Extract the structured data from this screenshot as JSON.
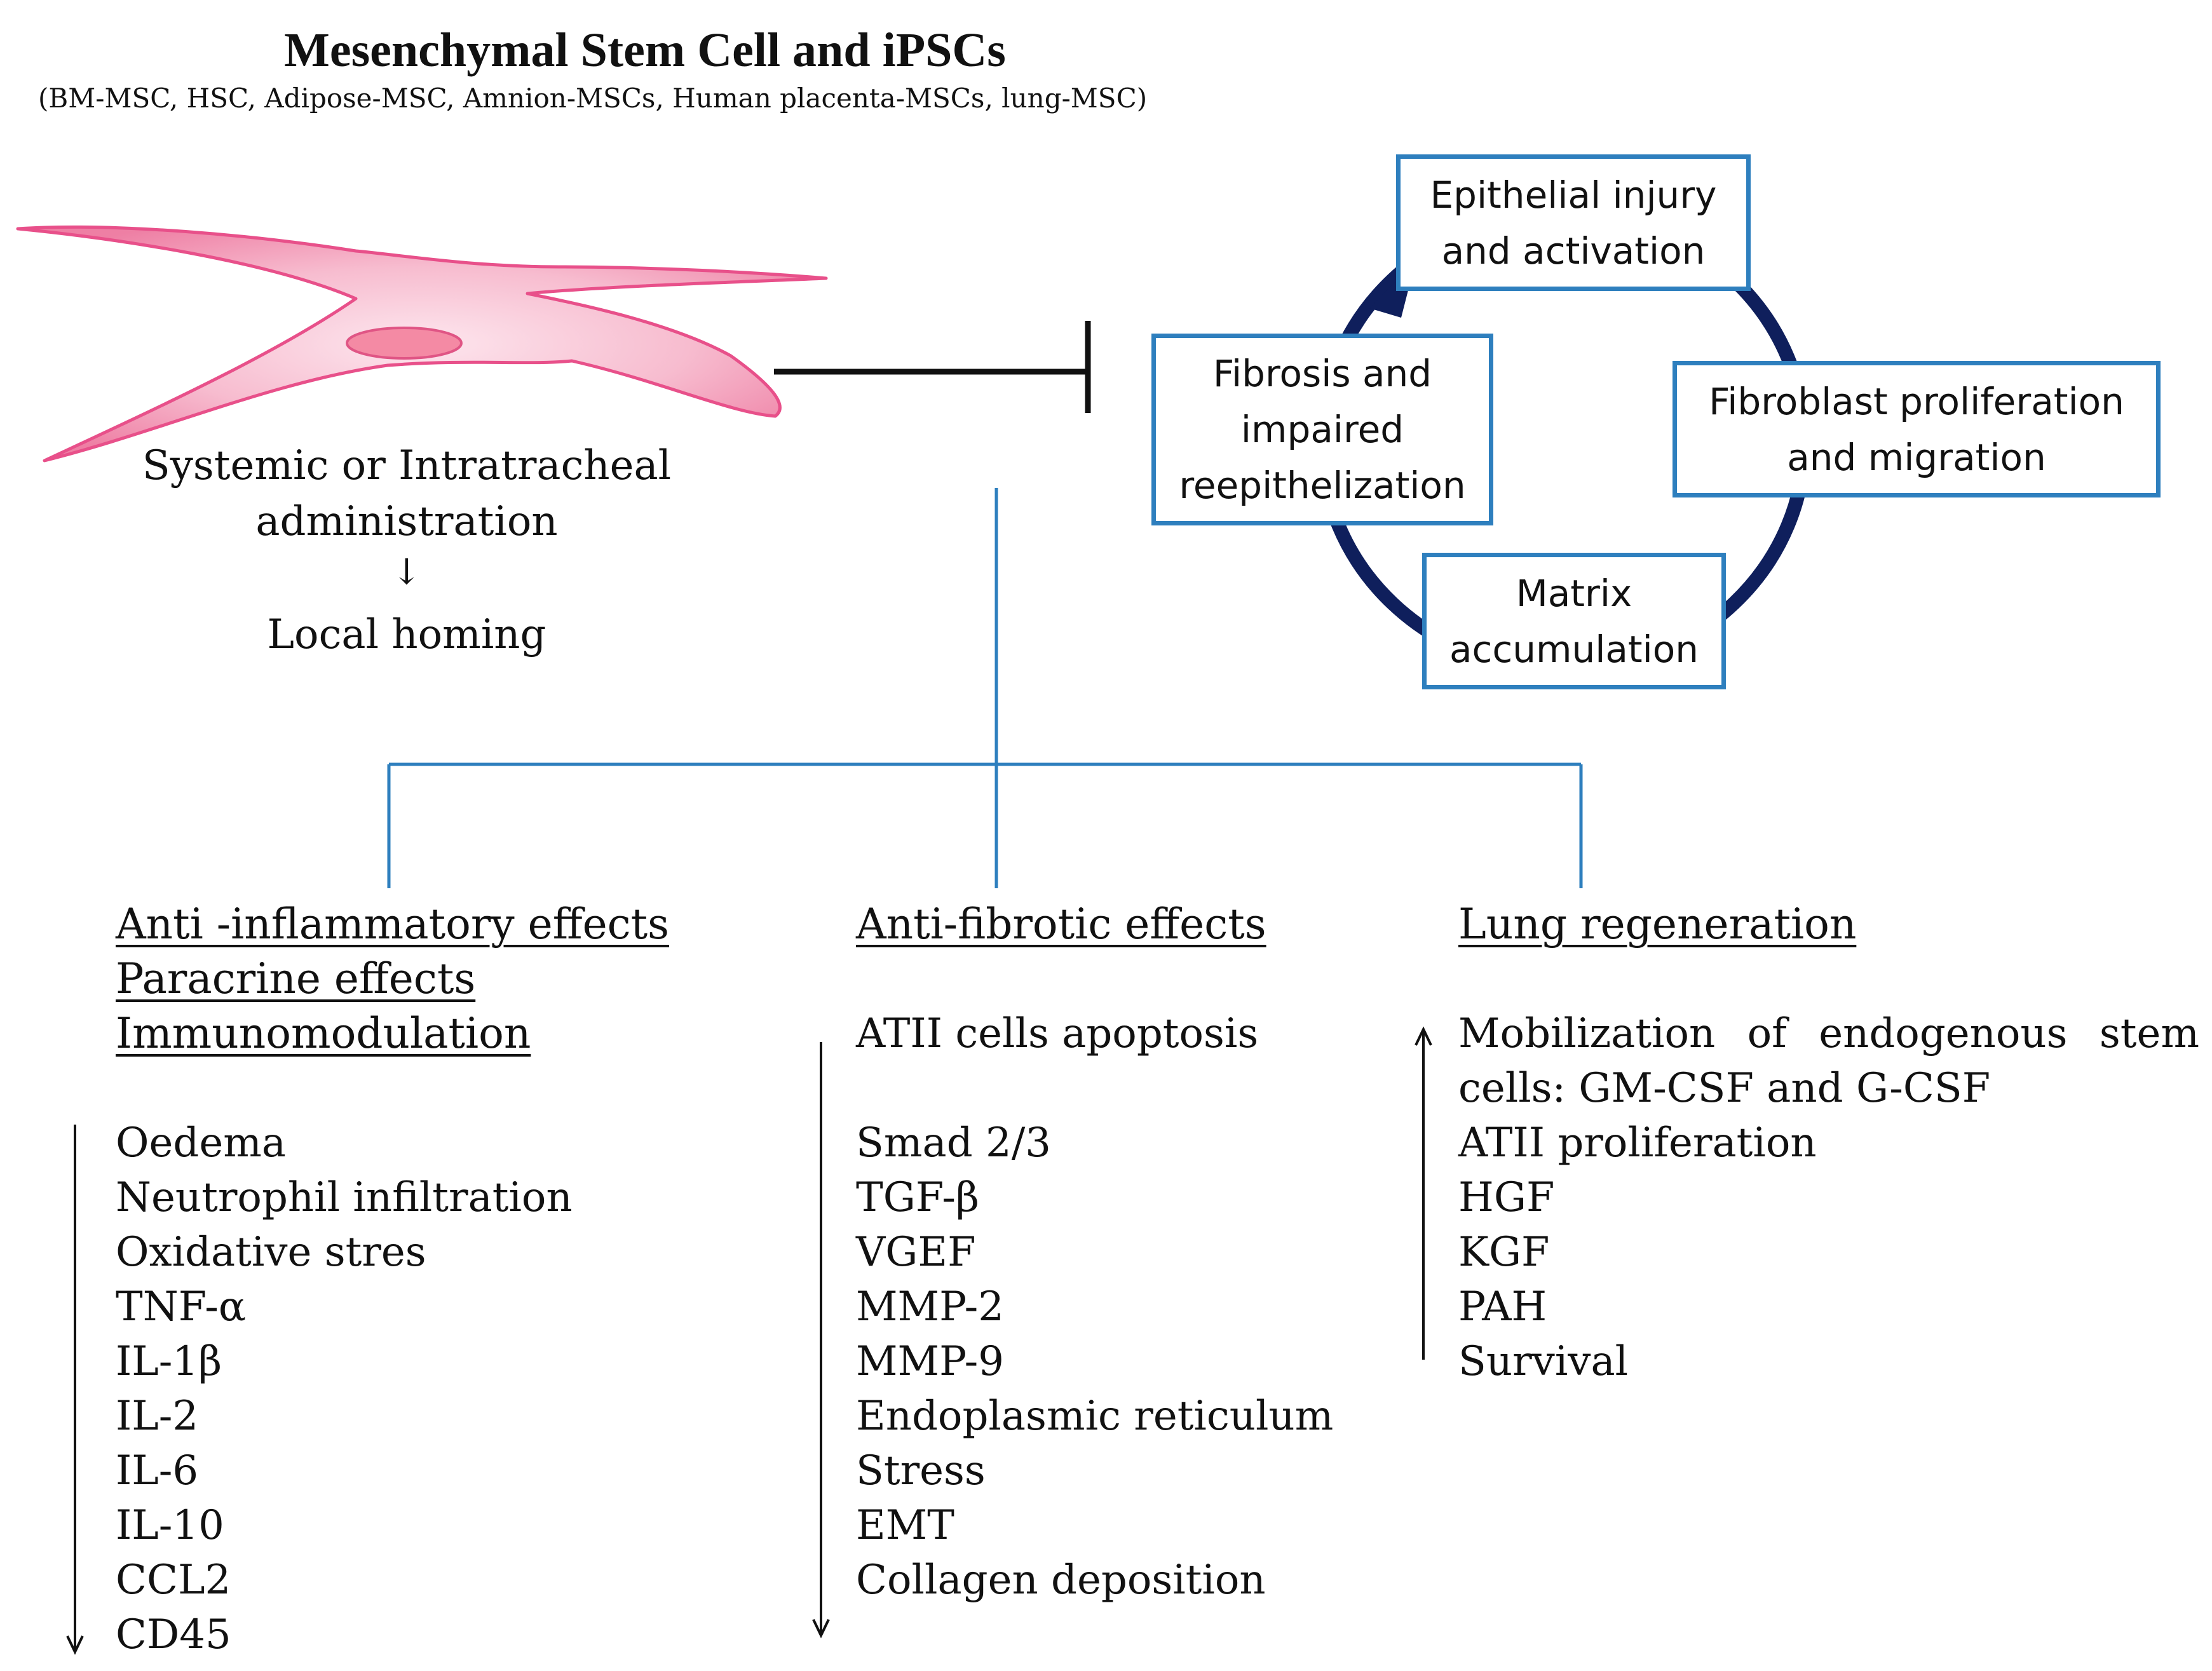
{
  "title": "Mesenchymal Stem Cell and iPSCs",
  "subtitle": "(BM-MSC, HSC, Adipose-MSC, Amnion-MSCs, Human placenta-MSCs, lung-MSC)",
  "administration": {
    "line1": "Systemic or Intratracheal",
    "line2": "administration",
    "arrow": "↓",
    "line3": "Local homing"
  },
  "cycle": {
    "epithelial": "Epithelial injury and activation",
    "fibroblast": "Fibroblast proliferation and migration",
    "matrix": "Matrix accumulation",
    "fibrosis": "Fibrosis and impaired reepithelization"
  },
  "branches": {
    "left": {
      "headers": [
        "Anti -inflammatory effects",
        "Paracrine effects",
        "Immunomodulation"
      ],
      "direction": "decrease",
      "items": [
        "Oedema",
        "Neutrophil infiltration",
        "Oxidative stres",
        "TNF-α",
        "IL-1β",
        "IL-2",
        "IL-6",
        "IL-10",
        "CCL2",
        "CD45"
      ]
    },
    "middle": {
      "header": "Anti-fibrotic effects",
      "direction": "decrease",
      "lead_item": "ATII cells apoptosis",
      "items": [
        "Smad 2/3",
        "TGF-β",
        "VGEF",
        "MMP-2",
        "MMP-9",
        "Endoplasmic reticulum",
        "Stress",
        "EMT",
        "Collagen deposition"
      ]
    },
    "right": {
      "header": "Lung regeneration",
      "direction": "increase",
      "items": [
        "Mobilization of endogenous stem cells: GM-CSF and G-CSF",
        "ATII proliferation",
        "HGF",
        "KGF",
        "PAH",
        "Survival"
      ]
    }
  },
  "colors": {
    "cell_fill": "#f4a3bd",
    "cell_stroke": "#e8508a",
    "nucleus": "#f48aa4",
    "box_border": "#2e7fbe",
    "cycle_ring": "#0f1f5c",
    "connector": "#2e7fbe",
    "inhibit": "#111111"
  }
}
